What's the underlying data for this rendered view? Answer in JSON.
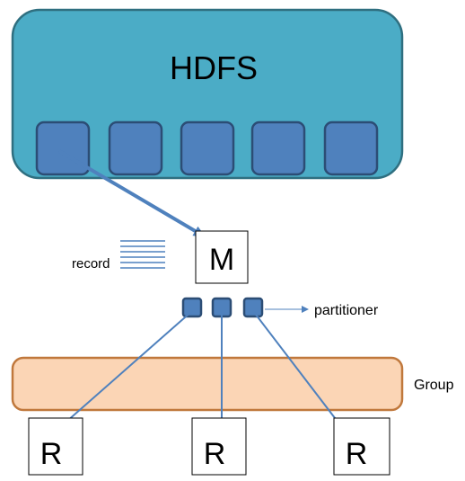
{
  "hdfs": {
    "label": "HDFS",
    "block_count": 5
  },
  "mapper": {
    "label": "M"
  },
  "record": {
    "label": "record"
  },
  "partitioner": {
    "label": "partitioner",
    "partition_count": 3
  },
  "group": {
    "label": "Group"
  },
  "reducers": [
    {
      "label": "R"
    },
    {
      "label": "R"
    },
    {
      "label": "R"
    }
  ],
  "colors": {
    "hdfs_fill": "#4BACC6",
    "hdfs_border": "#2F6F80",
    "block_fill": "#4F81BD",
    "block_border": "#2C4D75",
    "group_fill": "#FBD5B5",
    "group_border": "#C0783C",
    "arrow": "#4F81BD",
    "box_border": "#000000",
    "record_lines": "#4F81BD"
  }
}
